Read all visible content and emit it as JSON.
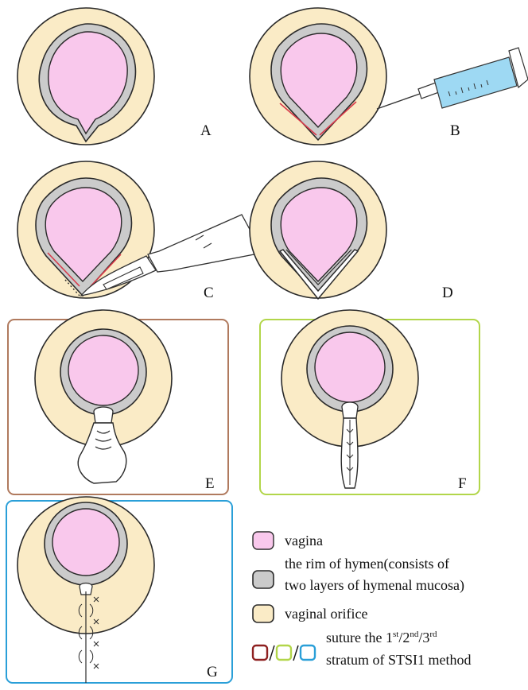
{
  "colors": {
    "vagina": "#f9c8ec",
    "hymen_rim": "#cbcbcb",
    "orifice": "#faebc6",
    "outline": "#2a2a2a",
    "frame_e": "#b07a5e",
    "frame_f": "#b2d64a",
    "frame_g": "#2a9fd8",
    "incision": "#d93a4a",
    "syringe": "#9ed9f3"
  },
  "panels": {
    "a": {
      "label": "A"
    },
    "b": {
      "label": "B"
    },
    "c": {
      "label": "C"
    },
    "d": {
      "label": "D"
    },
    "e": {
      "label": "E"
    },
    "f": {
      "label": "F"
    },
    "g": {
      "label": "G"
    }
  },
  "legend": {
    "vagina": "vagina",
    "rim_line1": "the rim of hymen(consists of",
    "rim_line2": "two layers of hymenal mucosa)",
    "orifice": "vaginal orifice",
    "suture_pre": "suture the 1",
    "suture_sup1": "st",
    "suture_mid1": "/2",
    "suture_sup2": "nd",
    "suture_mid2": "/3",
    "suture_sup3": "rd",
    "suture_line2": "stratum of STSI1 method",
    "suture_colors": [
      "#8e2020",
      "#b2d64a",
      "#2a9fd8"
    ]
  }
}
